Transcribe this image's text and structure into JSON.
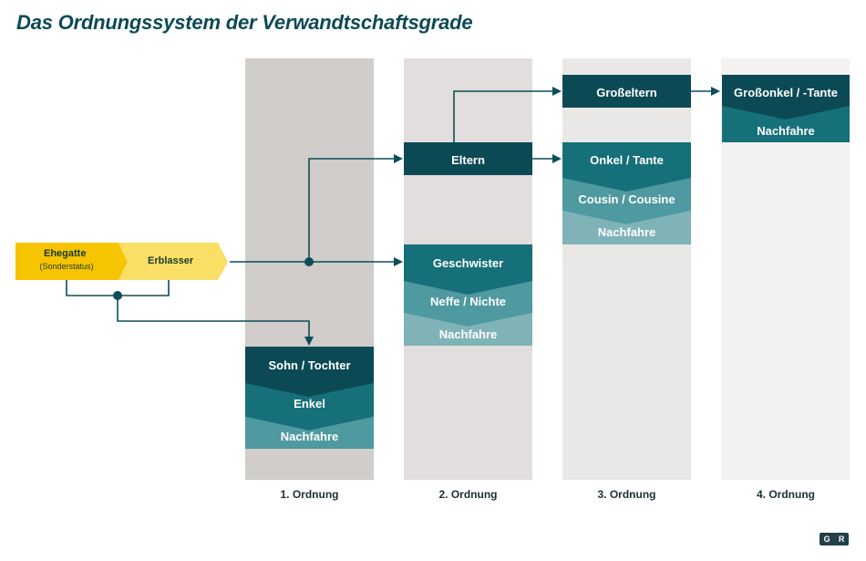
{
  "title": "Das Ordnungssystem der Verwandtschaftsgrade",
  "columns": [
    {
      "label": "1. Ordnung",
      "color": "#d0cdcb"
    },
    {
      "label": "2. Ordnung",
      "color": "#e1dedd"
    },
    {
      "label": "3. Ordnung",
      "color": "#eae8e7"
    },
    {
      "label": "4. Ordnung",
      "color": "#f3f2f1"
    }
  ],
  "origin": {
    "spouse": "Ehegatte",
    "spouse_note": "(Sonderstatus)",
    "deceased": "Erblasser"
  },
  "order1": {
    "top": "Sohn / Tochter",
    "middle": "Enkel",
    "bottom": "Nachfahre"
  },
  "order2": {
    "parents": "Eltern",
    "siblings": "Geschwister",
    "middle": "Neffe / Nichte",
    "bottom": "Nachfahre"
  },
  "order3": {
    "grandparents": "Großeltern",
    "top": "Onkel / Tante",
    "middle": "Cousin / Cousine",
    "bottom": "Nachfahre"
  },
  "order4": {
    "top": "Großonkel / -Tante",
    "bottom": "Nachfahre"
  },
  "logo": {
    "left": "G",
    "right": "R"
  },
  "colors": {
    "dark": "#0b4a55",
    "mid": "#16707a",
    "light": "#4f99a0",
    "lighter": "#7fb3b8",
    "spouse": "#f6c400",
    "deceased": "#fadf66",
    "line": "#0e4d57"
  }
}
